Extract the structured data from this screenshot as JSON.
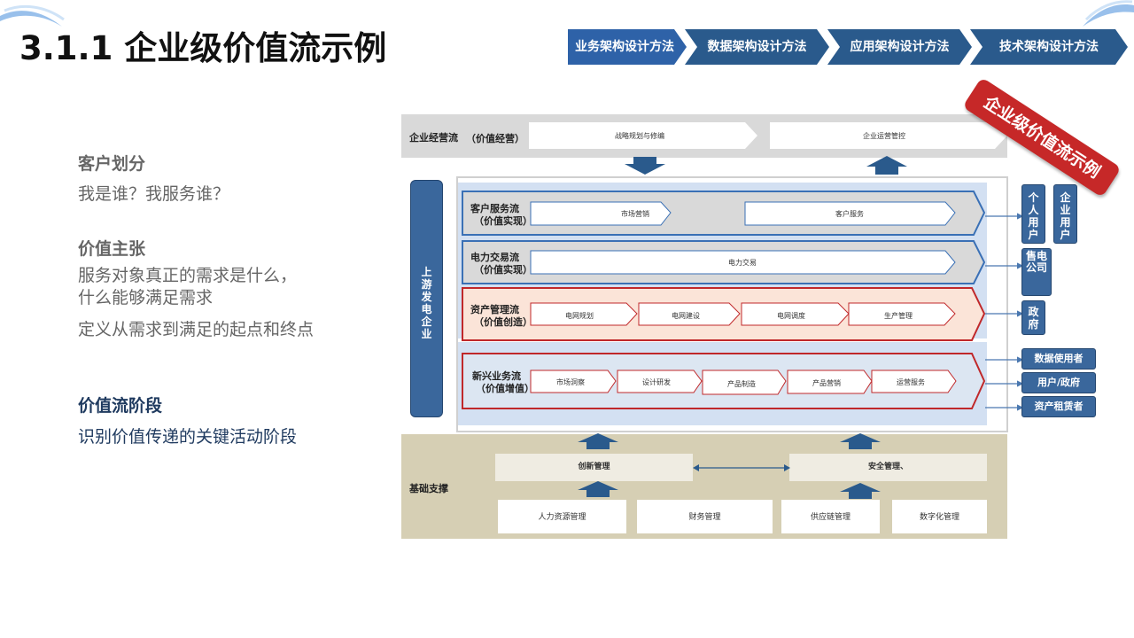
{
  "title": "3.1.1 企业级价值流示例",
  "nav": {
    "items": [
      "业务架构设计方法",
      "数据架构设计方法",
      "应用架构设计方法",
      "技术架构设计方法"
    ],
    "active_index": 0,
    "colors": {
      "active": "#2e62a8",
      "inactive": "#2a5a8c"
    }
  },
  "left": {
    "customer_heading": "客户划分",
    "customer_text": "我是谁？我服务谁？",
    "value_heading": "价值主张",
    "value_text_1": "服务对象真正的需求是什么，",
    "value_text_2": "什么能够满足需求",
    "value_text_3": "定义从需求到满足的起点和终点",
    "stage_heading": "价值流阶段",
    "stage_text": "识别价值传递的关键活动阶段"
  },
  "stamp": "企业级价值流示例",
  "top_band": {
    "label": "企业经营流",
    "sub": "（价值经营）",
    "box1": "战略规划与修编",
    "box2": "企业运营管控"
  },
  "side_pill": "上游发电企业",
  "rows": [
    {
      "name": "客户服务流",
      "sub": "（价值实现）",
      "steps": [
        "市场营销",
        "客户服务"
      ]
    },
    {
      "name": "电力交易流",
      "sub": "（价值实现）",
      "steps": [
        "电力交易"
      ]
    },
    {
      "name": "资产管理流",
      "sub": "（价值创造）",
      "steps": [
        "电网规划",
        "电网建设",
        "电网调度",
        "生产管理"
      ]
    },
    {
      "name": "新兴业务流",
      "sub": "（价值增值）",
      "steps": [
        "市场洞察",
        "设计研发",
        "产品制造",
        "产品营销",
        "运营服务"
      ]
    }
  ],
  "right_users": {
    "personal": "个人用户",
    "enterprise": "企业用户",
    "retail": "售电公司",
    "government": "政府",
    "data_user": "数据使用者",
    "user_gov": "用户/政府",
    "asset_lessee": "资产租赁者"
  },
  "bottom_band": {
    "label": "基础支撑",
    "innovation": "创新管理",
    "safety": "安全管理、",
    "boxes": [
      "人力资源管理",
      "财务管理",
      "供应链管理",
      "数字化管理"
    ]
  }
}
